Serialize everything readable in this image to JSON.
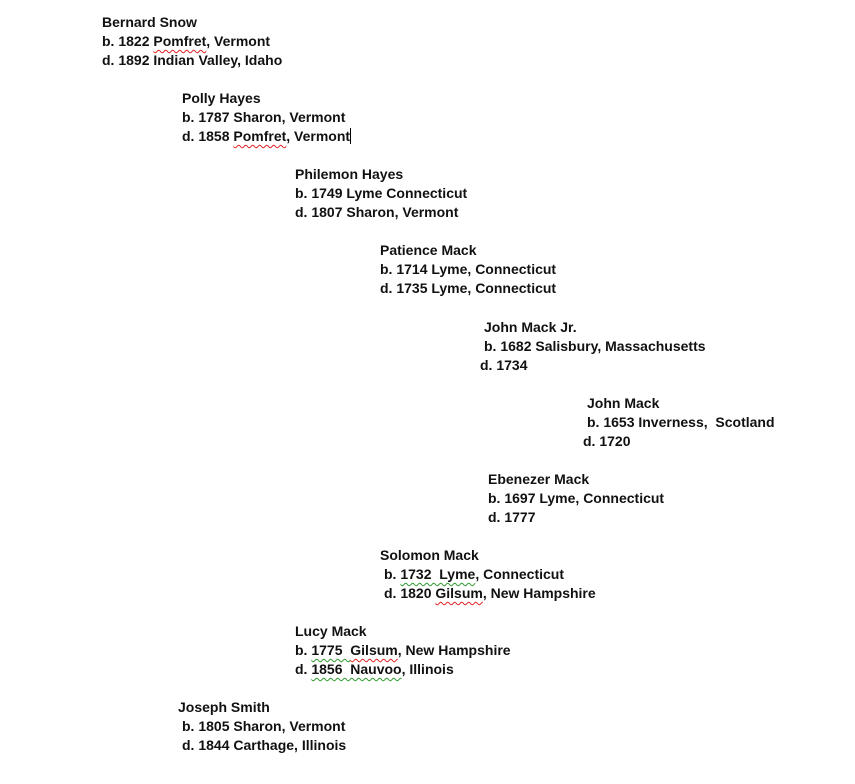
{
  "document": {
    "entries": [
      {
        "lines": [
          [
            {
              "t": "Bernard Snow"
            }
          ],
          [
            {
              "t": "b. 1822 "
            },
            {
              "t": "Pomfret",
              "s": "spell"
            },
            {
              "t": ", Vermont"
            }
          ],
          [
            {
              "t": "d. 1892 Indian Valley, Idaho"
            }
          ]
        ]
      },
      {
        "lines": [
          [
            {
              "t": "Polly Hayes"
            }
          ],
          [
            {
              "t": "b. 1787 Sharon, Vermont"
            }
          ],
          [
            {
              "t": "d. 1858 "
            },
            {
              "t": "Pomfret",
              "s": "spell"
            },
            {
              "t": ", Vermont"
            }
          ]
        ],
        "cursor": true
      },
      {
        "lines": [
          [
            {
              "t": "Philemon Hayes"
            }
          ],
          [
            {
              "t": "b. 1749 Lyme Connecticut"
            }
          ],
          [
            {
              "t": "d. 1807 Sharon, Vermont"
            }
          ]
        ]
      },
      {
        "lines": [
          [
            {
              "t": "Patience Mack"
            }
          ],
          [
            {
              "t": "b. 1714 Lyme, Connecticut"
            }
          ],
          [
            {
              "t": "d. 1735 Lyme, Connecticut"
            }
          ]
        ]
      },
      {
        "lines": [
          [
            {
              "t": "John Mack Jr."
            }
          ],
          [
            {
              "t": "b. 1682 Salisbury, Massachusetts"
            }
          ],
          [
            {
              "t": "d. 1734"
            }
          ]
        ]
      },
      {
        "lines": [
          [
            {
              "t": "John Mack"
            }
          ],
          [
            {
              "t": "b. 1653 Inverness,  Scotland"
            }
          ],
          [
            {
              "t": "d. 1720"
            }
          ]
        ]
      },
      {
        "lines": [
          [
            {
              "t": "Ebenezer Mack"
            }
          ],
          [
            {
              "t": "b. 1697 Lyme, Connecticut"
            }
          ],
          [
            {
              "t": "d. 1777"
            }
          ]
        ]
      },
      {
        "lines": [
          [
            {
              "t": "Solomon Mack"
            }
          ],
          [
            {
              "t": "b. "
            },
            {
              "t": "1732  Lyme",
              "s": "grammar"
            },
            {
              "t": ", Connecticut"
            }
          ],
          [
            {
              "t": "d. 1820 "
            },
            {
              "t": "Gilsum",
              "s": "spell"
            },
            {
              "t": ", New Hampshire"
            }
          ]
        ]
      },
      {
        "lines": [
          [
            {
              "t": "Lucy Mack"
            }
          ],
          [
            {
              "t": "b. "
            },
            {
              "t": "1775  ",
              "s": "grammar"
            },
            {
              "t": "Gilsum",
              "s": "spell"
            },
            {
              "t": ", New Hampshire"
            }
          ],
          [
            {
              "t": "d. "
            },
            {
              "t": "1856  Nauvoo",
              "s": "grammar"
            },
            {
              "t": ", Illinois"
            }
          ]
        ]
      },
      {
        "lines": [
          [
            {
              "t": "Joseph Smith"
            }
          ],
          [
            {
              "t": "b. 1805 Sharon, Vermont"
            }
          ],
          [
            {
              "t": "d. 1844 Carthage, Illinois"
            }
          ]
        ]
      }
    ]
  }
}
